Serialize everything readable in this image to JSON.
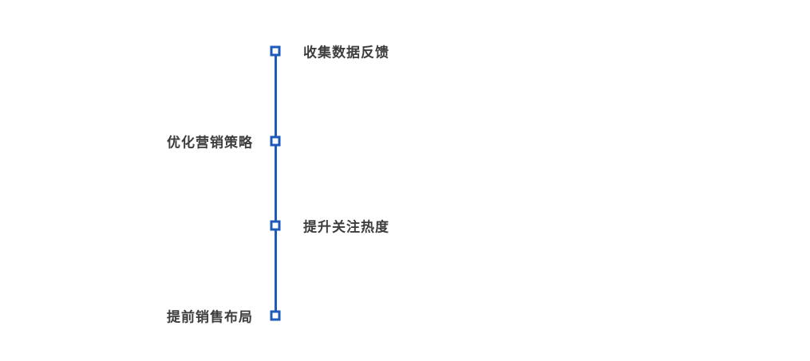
{
  "diagram": {
    "type": "vertical-timeline",
    "line_color": "#1d5ab9",
    "node_fill": "#ffffff",
    "node_border_color": "#1d5ab9",
    "label_color": "#3d3d3d",
    "nodes": [
      {
        "label": "收集数据反馈",
        "side": "right"
      },
      {
        "label": "优化营销策略",
        "side": "left"
      },
      {
        "label": "提升关注热度",
        "side": "right"
      },
      {
        "label": "提前销售布局",
        "side": "left"
      }
    ]
  }
}
